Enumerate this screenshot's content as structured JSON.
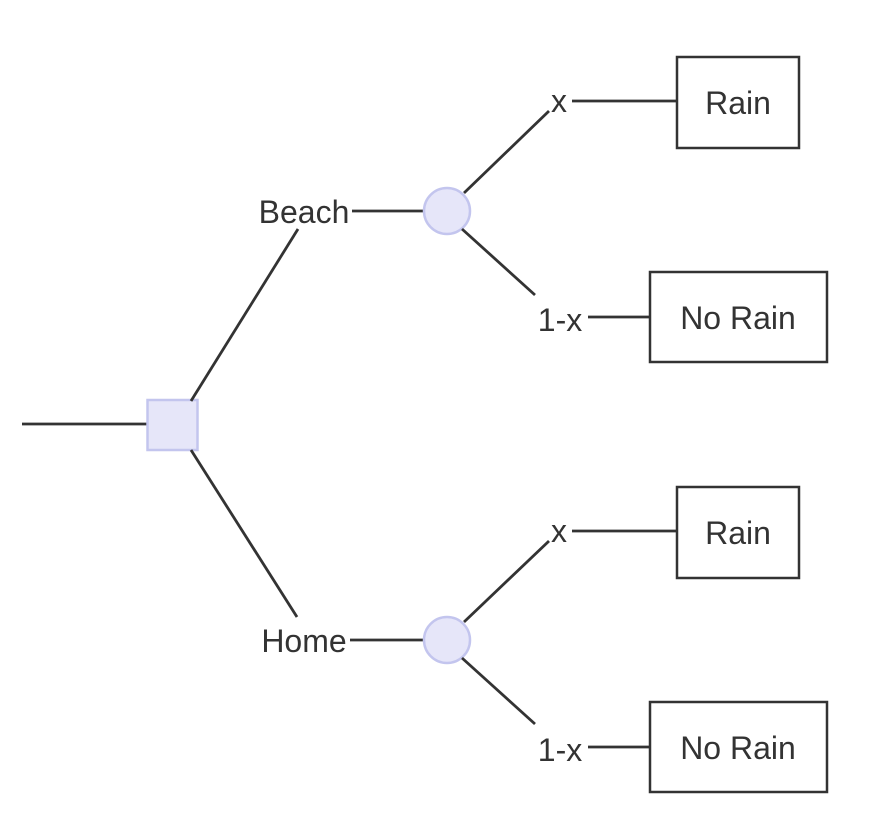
{
  "diagram": {
    "type": "decision-tree",
    "root_node": {
      "kind": "decision",
      "shape": "square"
    },
    "branches": [
      {
        "label": "Beach",
        "chance_node": {
          "kind": "chance",
          "shape": "circle"
        },
        "outcomes": [
          {
            "probability": "x",
            "label": "Rain"
          },
          {
            "probability": "1-x",
            "label": "No Rain"
          }
        ]
      },
      {
        "label": "Home",
        "chance_node": {
          "kind": "chance",
          "shape": "circle"
        },
        "outcomes": [
          {
            "probability": "x",
            "label": "Rain"
          },
          {
            "probability": "1-x",
            "label": "No Rain"
          }
        ]
      }
    ],
    "colors": {
      "edge": "#333333",
      "text": "#333333",
      "node_fill": "#e6e6f9",
      "node_stroke": "#c3c5ee",
      "outcome_box_fill": "#ffffff",
      "outcome_box_stroke": "#333333",
      "background": "#ffffff"
    }
  }
}
